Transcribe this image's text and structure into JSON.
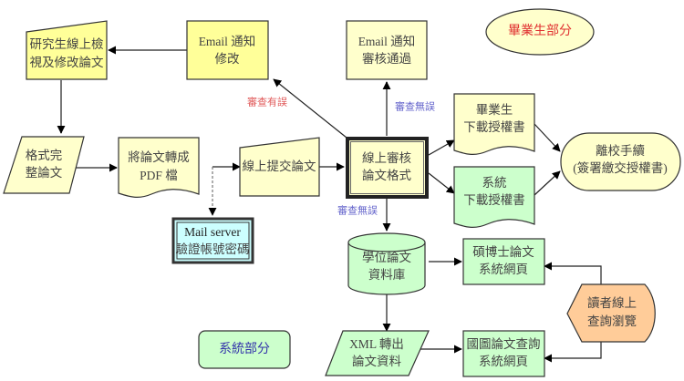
{
  "colors": {
    "yellow_fill": "#ffffcc",
    "yellow_strong": "#ffff99",
    "green_fill": "#ccffcc",
    "cyan_fill": "#ccffff",
    "orange_fill": "#ffcc99",
    "red_label": "#e05a5a",
    "blue_label": "#6666cc"
  },
  "nodes": {
    "student_review": {
      "line1": "研究生線上檢",
      "line2": "視及修改論文"
    },
    "email_modify": {
      "line1": "Email 通知",
      "line2": "修改"
    },
    "email_approved": {
      "line1": "Email 通知",
      "line2": "審核通過"
    },
    "format_complete": {
      "line1": "格式完",
      "line2": "整論文"
    },
    "convert_pdf": {
      "line1": "將論文轉成",
      "line2": "PDF 檔"
    },
    "submit_online": {
      "line1": "線上提交論文"
    },
    "review_format": {
      "line1": "線上審核",
      "line2": "論文格式"
    },
    "graduate_download": {
      "line1": "畢業生",
      "line2": "下載授權書"
    },
    "system_download": {
      "line1": "系統",
      "line2": "下載授權書"
    },
    "leave_school": {
      "line1": "離校手續",
      "line2": "(簽署繳交授權書)"
    },
    "mail_server": {
      "line1": "Mail server",
      "line2": "驗證帳號密碼"
    },
    "thesis_db": {
      "line1": "學位論文",
      "line2": "資料庫"
    },
    "thesis_web": {
      "line1": "碩博士論文",
      "line2": "系統網頁"
    },
    "reader_query": {
      "line1": "讀者線上",
      "line2": "查詢瀏覽"
    },
    "xml_export": {
      "line1": "XML 轉出",
      "line2": "論文資料"
    },
    "ncl_web": {
      "line1": "國圖論文查詢",
      "line2": "系統網頁"
    }
  },
  "edge_labels": {
    "review_error": "審查有誤",
    "review_ok_up": "審查無誤",
    "review_ok_down": "審查無誤"
  },
  "legend": {
    "graduate_part": "畢業生部分",
    "system_part": "系統部分"
  }
}
